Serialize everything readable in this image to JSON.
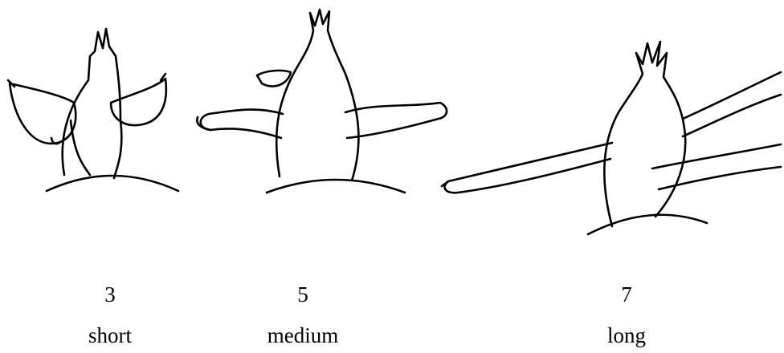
{
  "figures": [
    {
      "number": "3",
      "label": "short"
    },
    {
      "number": "5",
      "label": "medium"
    },
    {
      "number": "7",
      "label": "long"
    }
  ]
}
